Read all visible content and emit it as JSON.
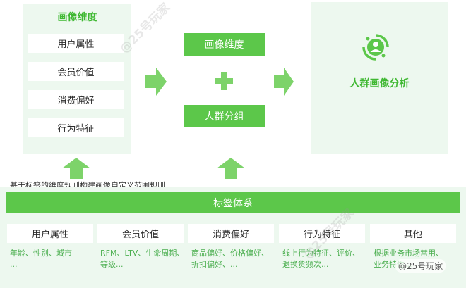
{
  "left_panel": {
    "title": "画像维度",
    "items": [
      "用户属性",
      "会员价值",
      "消费偏好",
      "行为特征"
    ]
  },
  "middle": {
    "top_box": "画像维度",
    "plus_icon": "plus-icon",
    "bottom_box": "人群分组"
  },
  "right_panel": {
    "icon": "user-refresh-icon",
    "title": "人群画像分析"
  },
  "caption": "基于标签的维度规则构建画像自定义范围规则",
  "tag_system": {
    "title": "标签体系",
    "categories": [
      {
        "name": "用户属性",
        "desc": [
          "年龄、性别、城市",
          "..."
        ]
      },
      {
        "name": "会员价值",
        "desc": [
          "RFM、LTV、生命周期、",
          "等级..."
        ]
      },
      {
        "name": "消费偏好",
        "desc": [
          "商品偏好、价格偏好、",
          "折扣偏好、..."
        ]
      },
      {
        "name": "行为特征",
        "desc": [
          "线上行为特征、评价、",
          "退换货频次..."
        ]
      },
      {
        "name": "其他",
        "desc": [
          "根据业务市场常用、",
          "业务特性..."
        ]
      }
    ]
  },
  "watermark": "@25号玩家",
  "colors": {
    "accent": "#5cc74a",
    "panel": "#edf8ef",
    "arrow": "#7dd36a"
  }
}
